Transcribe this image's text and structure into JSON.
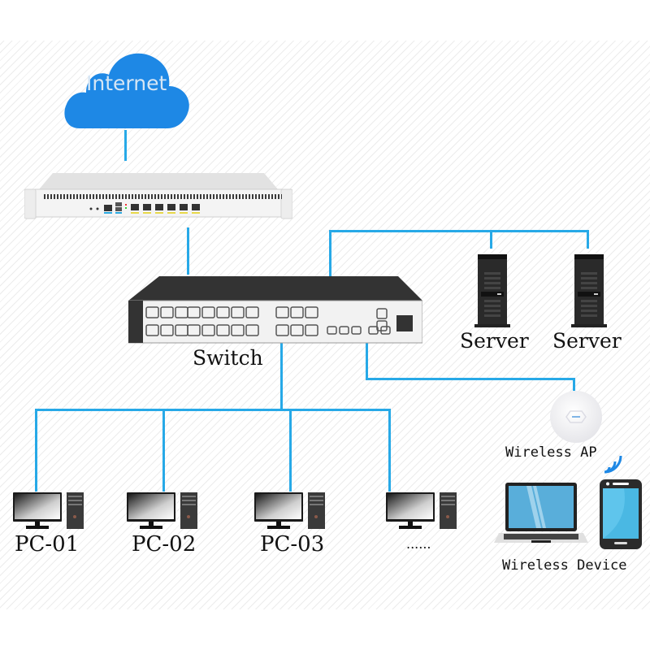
{
  "diagram": {
    "title": "Network Topology",
    "colors": {
      "link": "#27a9e7",
      "cloud": "#1e88e5",
      "cloud_text": "#d6e6f5",
      "switch_body": "#2f2f2f",
      "server": "#2a2a2a"
    },
    "nodes": {
      "internet": {
        "label": "Internet",
        "icon": "cloud-icon"
      },
      "router": {
        "label": "",
        "icon": "rack-firewall-icon"
      },
      "switch": {
        "label": "Switch",
        "icon": "switch-icon"
      },
      "servers": [
        {
          "label": "Server",
          "icon": "tower-server-icon"
        },
        {
          "label": "Server",
          "icon": "tower-server-icon"
        }
      ],
      "wireless_ap": {
        "label": "Wireless AP",
        "icon": "access-point-icon"
      },
      "wireless_device": {
        "label": "Wireless Device",
        "icons": [
          "laptop-icon",
          "smartphone-icon"
        ]
      },
      "pcs": [
        {
          "label": "PC-01",
          "icon": "desktop-pc-icon"
        },
        {
          "label": "PC-02",
          "icon": "desktop-pc-icon"
        },
        {
          "label": "PC-03",
          "icon": "desktop-pc-icon"
        },
        {
          "label": "......",
          "icon": "desktop-pc-icon"
        }
      ]
    },
    "links": [
      [
        "Internet",
        "Router"
      ],
      [
        "Router",
        "Switch"
      ],
      [
        "Switch",
        "Server"
      ],
      [
        "Switch",
        "Server"
      ],
      [
        "Switch",
        "Wireless AP"
      ],
      [
        "Switch",
        "PC-01"
      ],
      [
        "Switch",
        "PC-02"
      ],
      [
        "Switch",
        "PC-03"
      ],
      [
        "Switch",
        "......"
      ],
      [
        "Wireless AP",
        "Wireless Device"
      ]
    ]
  }
}
